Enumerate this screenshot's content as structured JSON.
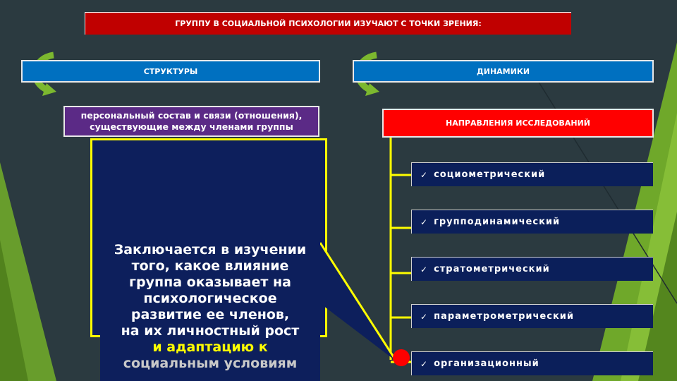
{
  "title": "ГРУППУ В СОЦИАЛЬНОЙ ПСИХОЛОГИИ ИЗУЧАЮТ С ТОЧКИ ЗРЕНИЯ:",
  "left_branch": {
    "label": "СТРУКТУРЫ",
    "description_line1": "персональный состав и связи (отношения),",
    "description_line2": "существующие между членами группы"
  },
  "right_branch": {
    "label": "ДИНАМИКИ",
    "header": "НАПРАВЛЕНИЯ ИССЛЕДОВАНИЙ",
    "items": [
      "социометрический",
      "групподинамический",
      "стратометрический",
      "параметрометрический",
      "организационный"
    ]
  },
  "callout": {
    "line1": "Заключается в изучении",
    "line2": "того, какое влияние",
    "line3": "группа оказывает на",
    "line4": "психологическое",
    "line5": "развитие ее членов,",
    "line6": "на их личностный рост",
    "line7": "и адаптацию к",
    "line8": "социальным условиям"
  },
  "colors": {
    "background": "#2b3a40",
    "title_bar": "#c00000",
    "blue_bar": "#0070c0",
    "purple_box": "#5b2a86",
    "red_header": "#ff0000",
    "navy": "#0d1f5c",
    "connector": "#ffff00",
    "accent_green": "#7cb82f"
  },
  "icons": {
    "check": "checkmark-icon",
    "arrow": "curved-arrow-icon"
  }
}
